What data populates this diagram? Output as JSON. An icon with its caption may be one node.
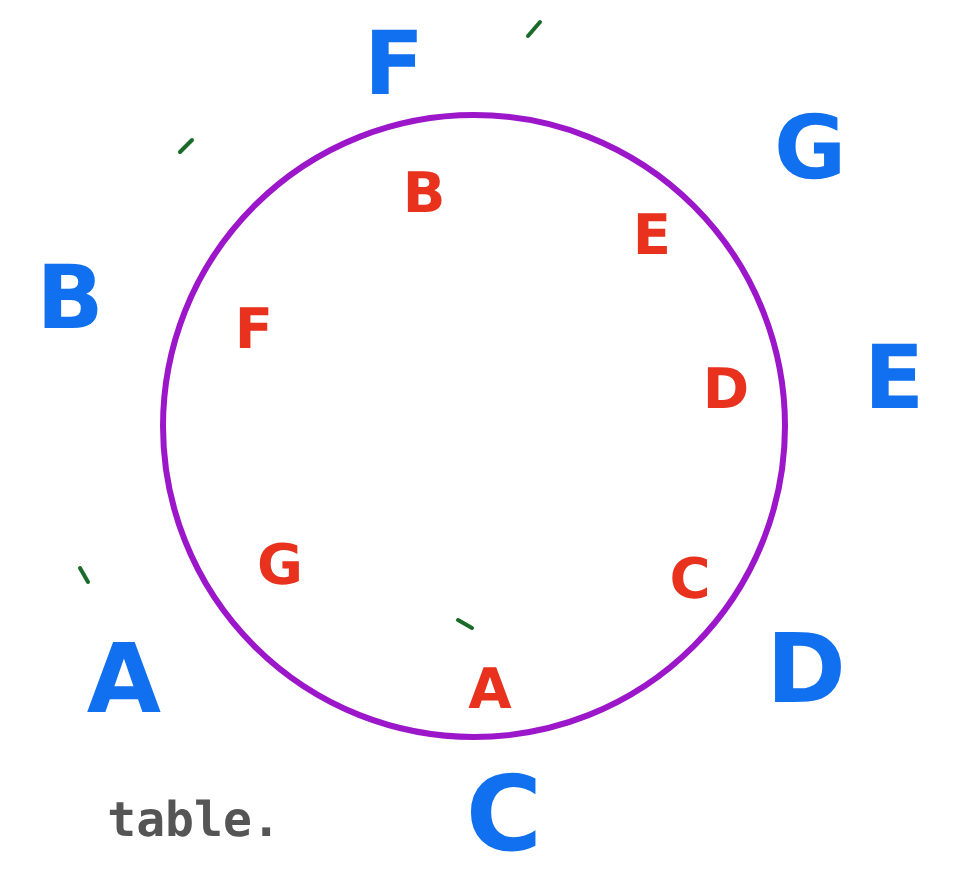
{
  "diagram": {
    "nodes": [
      {
        "text": [
          "B",
          "E",
          "F",
          "D",
          "G",
          "C",
          "A"
        ]
      }
    ],
    "edges": [],
    "labels": [
      "F",
      "G",
      "B",
      "E",
      "D",
      "A",
      "table.",
      "C"
    ]
  }
}
